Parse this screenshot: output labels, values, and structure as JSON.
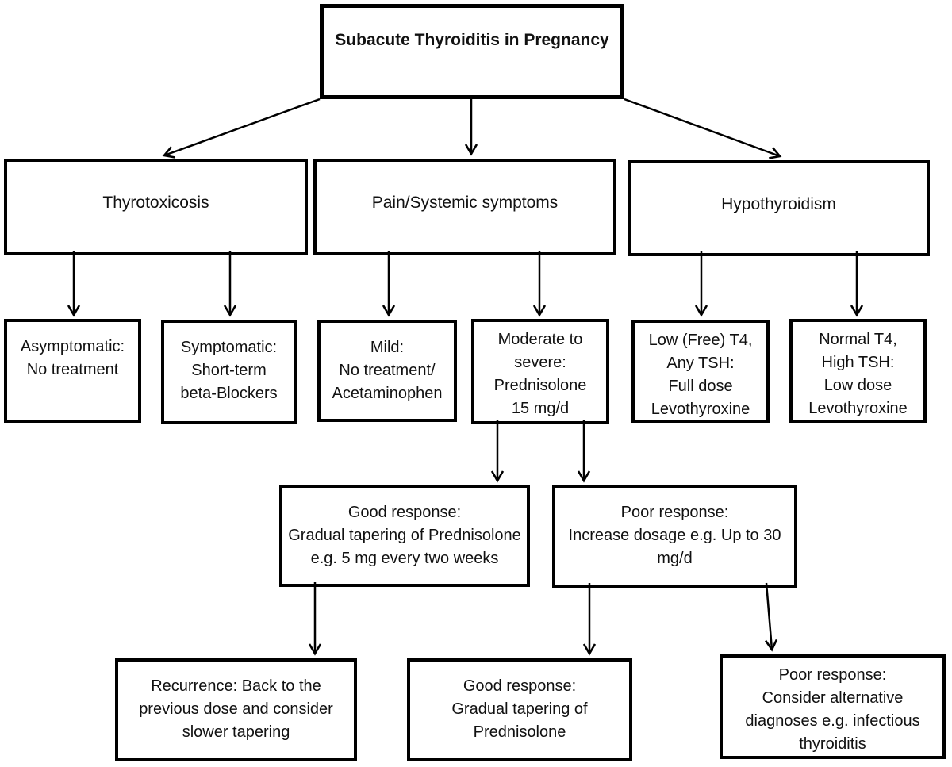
{
  "diagram": {
    "title": "Subacute Thyroiditis in Pregnancy",
    "colors": {
      "background": "#ffffff",
      "box_border": "#000000",
      "arrow": "#000000",
      "text": "#111111"
    },
    "nodes": {
      "root": {
        "text": "Subacute Thyroiditis in Pregnancy"
      },
      "thyrotoxicosis": {
        "text": "Thyrotoxicosis"
      },
      "pain_systemic": {
        "text": "Pain/Systemic symptoms"
      },
      "hypothyroidism": {
        "text": "Hypothyroidism"
      },
      "asymptomatic": {
        "text": "Asymptomatic:\nNo treatment"
      },
      "symptomatic": {
        "text": "Symptomatic:\nShort-term\nbeta-Blockers"
      },
      "mild": {
        "text": "Mild:\nNo treatment/\nAcetaminophen"
      },
      "moderate_severe": {
        "text": "Moderate to\nsevere:\nPrednisolone\n15 mg/d"
      },
      "low_t4": {
        "text": "Low (Free) T4,\nAny TSH:\nFull dose\nLevothyroxine"
      },
      "normal_t4": {
        "text": "Normal T4,\nHigh TSH:\nLow dose\nLevothyroxine"
      },
      "good_response_taper": {
        "text": "Good response:\nGradual tapering of Prednisolone\ne.g. 5 mg every two weeks"
      },
      "poor_response_increase": {
        "text": "Poor response:\nIncrease dosage e.g. Up to 30\nmg/d"
      },
      "recurrence": {
        "text": "Recurrence: Back to the\nprevious dose and consider\nslower tapering"
      },
      "good_response_taper2": {
        "text": "Good response:\nGradual tapering of\nPrednisolone"
      },
      "poor_response_alt": {
        "text": "Poor response:\nConsider alternative\ndiagnoses e.g. infectious\nthyroiditis"
      }
    }
  }
}
